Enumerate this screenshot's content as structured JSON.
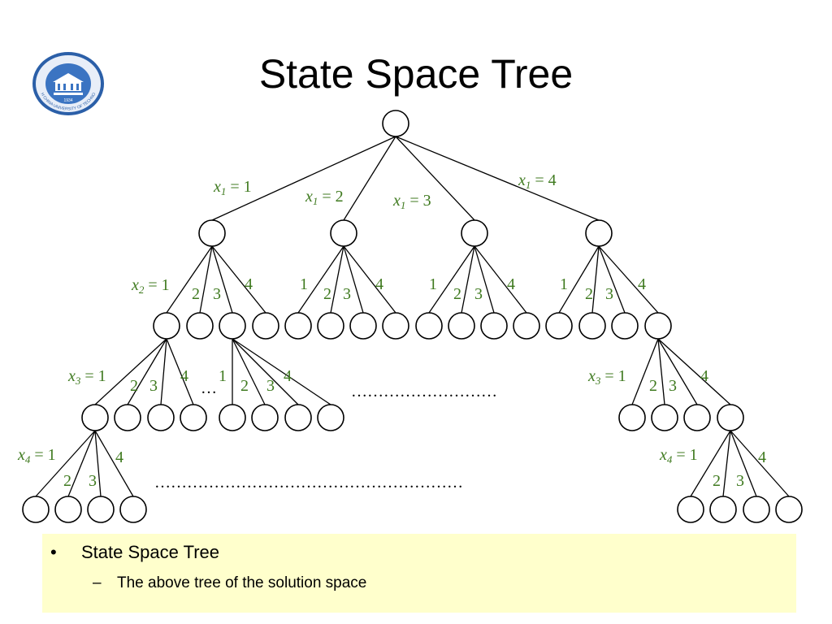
{
  "title": "State Space Tree",
  "logo": {
    "text": "SOUTH CHINA UNIVERSITY OF TECHNOLOGY",
    "year": "1934",
    "icon": "university-seal-icon"
  },
  "tree": {
    "level1_labels": [
      {
        "var": "x",
        "sub": "1",
        "value": "= 1"
      },
      {
        "var": "x",
        "sub": "1",
        "value": "= 2"
      },
      {
        "var": "x",
        "sub": "1",
        "value": "= 3"
      },
      {
        "var": "x",
        "sub": "1",
        "value": "= 4"
      }
    ],
    "level2_groups": [
      {
        "first_var": "x",
        "first_sub": "2",
        "labels": [
          "= 1",
          "2",
          "3",
          "4"
        ]
      },
      {
        "labels": [
          "1",
          "2",
          "3",
          "4"
        ]
      },
      {
        "labels": [
          "1",
          "2",
          "3",
          "4"
        ]
      },
      {
        "labels": [
          "1",
          "2",
          "3",
          "4"
        ]
      }
    ],
    "level3_groups": [
      {
        "first_var": "x",
        "first_sub": "3",
        "labels": [
          "= 1",
          "2",
          "3",
          "4"
        ]
      },
      {
        "labels": [
          "1",
          "2",
          "3",
          "4"
        ]
      },
      {
        "first_var": "x",
        "first_sub": "3",
        "labels": [
          "= 1",
          "2",
          "3",
          "4"
        ]
      }
    ],
    "level4_groups": [
      {
        "first_var": "x",
        "first_sub": "4",
        "labels": [
          "= 1",
          "2",
          "3",
          "4"
        ]
      },
      {
        "first_var": "x",
        "first_sub": "4",
        "labels": [
          "= 1",
          "2",
          "3",
          "4"
        ]
      }
    ],
    "ellipsis_short": "…",
    "ellipsis_mid": "………………………",
    "ellipsis_long": "…………………………………………………",
    "label_color": "#3f7a1f"
  },
  "notes": {
    "bullet_symbol": "•",
    "bullet_text": "State Space Tree",
    "sub_symbol": "–",
    "sub_text": "The above tree of the solution space",
    "background": "#ffffcc"
  }
}
